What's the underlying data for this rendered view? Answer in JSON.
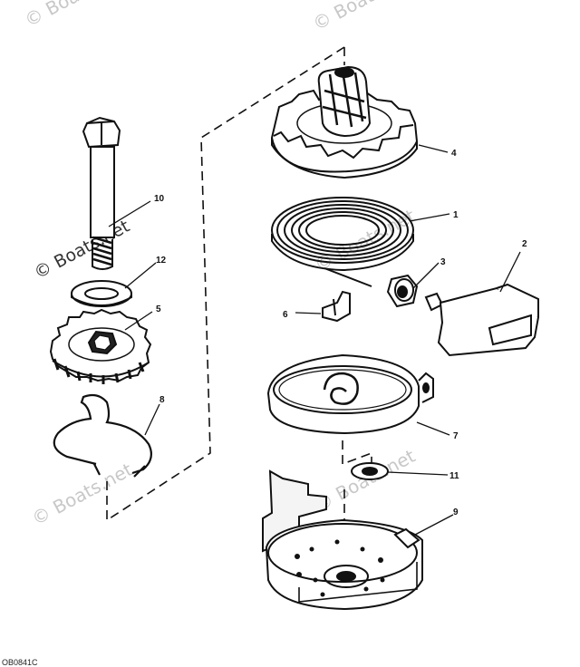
{
  "diagram": {
    "callouts": {
      "c1": "1",
      "c2": "2",
      "c3": "3",
      "c4": "4",
      "c5": "5",
      "c6": "6",
      "c7": "7",
      "c8": "8",
      "c9": "9",
      "c10": "10",
      "c11": "11",
      "c12": "12"
    },
    "drawing_code": "OB0841C"
  },
  "watermark": {
    "text": "© Boats.net"
  },
  "colors": {
    "ink": "#111111",
    "watermark": "#c8c8c8",
    "background": "#ffffff"
  }
}
